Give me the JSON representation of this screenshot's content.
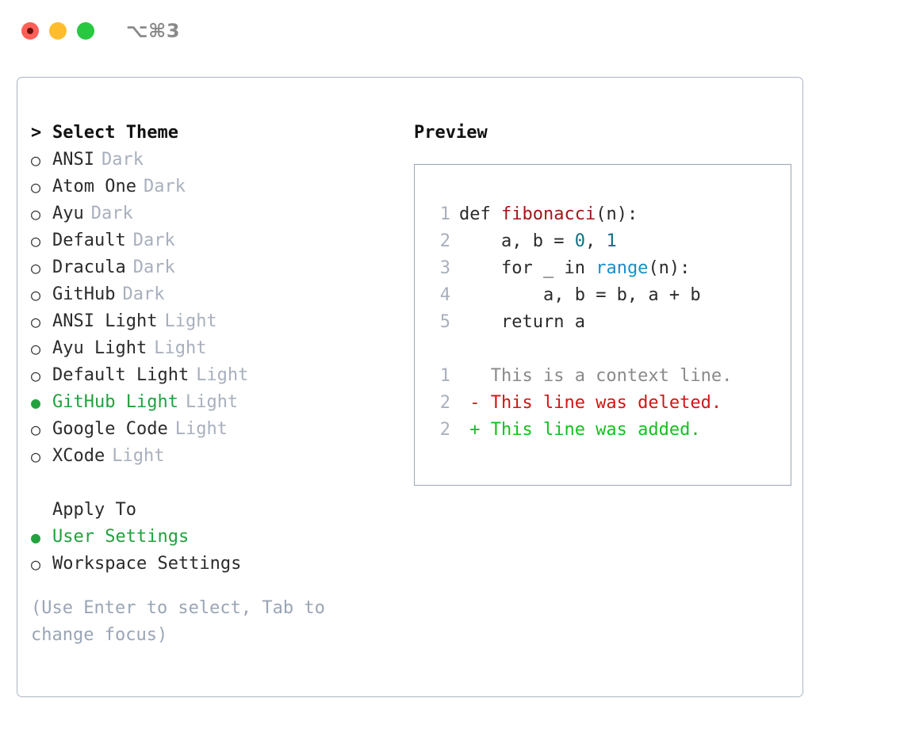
{
  "titlebar": {
    "shortcut": "⌥⌘3",
    "buttons": [
      "close",
      "minimize",
      "maximize"
    ]
  },
  "left": {
    "header": {
      "marker": ">",
      "label": "Select Theme"
    },
    "themes": [
      {
        "marker": "○",
        "label": "ANSI",
        "tag": "Dark",
        "selected": false
      },
      {
        "marker": "○",
        "label": "Atom One",
        "tag": "Dark",
        "selected": false
      },
      {
        "marker": "○",
        "label": "Ayu",
        "tag": "Dark",
        "selected": false
      },
      {
        "marker": "○",
        "label": "Default",
        "tag": "Dark",
        "selected": false
      },
      {
        "marker": "○",
        "label": "Dracula",
        "tag": "Dark",
        "selected": false
      },
      {
        "marker": "○",
        "label": "GitHub",
        "tag": "Dark",
        "selected": false
      },
      {
        "marker": "○",
        "label": "ANSI Light",
        "tag": "Light",
        "selected": false
      },
      {
        "marker": "○",
        "label": "Ayu Light",
        "tag": "Light",
        "selected": false
      },
      {
        "marker": "○",
        "label": "Default Light",
        "tag": "Light",
        "selected": false
      },
      {
        "marker": "●",
        "label": "GitHub Light",
        "tag": "Light",
        "selected": true
      },
      {
        "marker": "○",
        "label": "Google Code",
        "tag": "Light",
        "selected": false
      },
      {
        "marker": "○",
        "label": "XCode",
        "tag": "Light",
        "selected": false
      }
    ],
    "apply_to": {
      "title": "Apply To",
      "options": [
        {
          "marker": "●",
          "label": "User Settings",
          "selected": true
        },
        {
          "marker": "○",
          "label": "Workspace Settings",
          "selected": false
        }
      ]
    },
    "hint": "(Use Enter to select, Tab to change focus)"
  },
  "right": {
    "title": "Preview",
    "code": [
      {
        "no": "1",
        "indent": "",
        "parts": [
          {
            "t": "def ",
            "c": "plain"
          },
          {
            "t": "fibonacci",
            "c": "fn"
          },
          {
            "t": "(n):",
            "c": "plain"
          }
        ]
      },
      {
        "no": "2",
        "indent": "    ",
        "parts": [
          {
            "t": "a, b = ",
            "c": "plain"
          },
          {
            "t": "0",
            "c": "num"
          },
          {
            "t": ", ",
            "c": "plain"
          },
          {
            "t": "1",
            "c": "num"
          }
        ]
      },
      {
        "no": "3",
        "indent": "    ",
        "parts": [
          {
            "t": "for _ in ",
            "c": "plain"
          },
          {
            "t": "range",
            "c": "call"
          },
          {
            "t": "(n):",
            "c": "plain"
          }
        ]
      },
      {
        "no": "4",
        "indent": "        ",
        "parts": [
          {
            "t": "a, b = b, a + b",
            "c": "plain"
          }
        ]
      },
      {
        "no": "5",
        "indent": "    ",
        "parts": [
          {
            "t": "return a",
            "c": "plain"
          }
        ]
      }
    ],
    "diff": [
      {
        "no": "1",
        "sign": "  ",
        "text": "This is a context line.",
        "kind": "context"
      },
      {
        "no": "2",
        "sign": "- ",
        "text": "This line was deleted.",
        "kind": "del"
      },
      {
        "no": "2",
        "sign": "+ ",
        "text": "This line was added.",
        "kind": "add"
      }
    ]
  },
  "colors": {
    "accent_green": "#22a13f",
    "muted": "#a8b0bd",
    "border": "#aab4c4",
    "fn": "#a4161a",
    "num": "#0b7285",
    "call": "#1a8fc4",
    "diff_del": "#d11414",
    "diff_add": "#15c020"
  }
}
